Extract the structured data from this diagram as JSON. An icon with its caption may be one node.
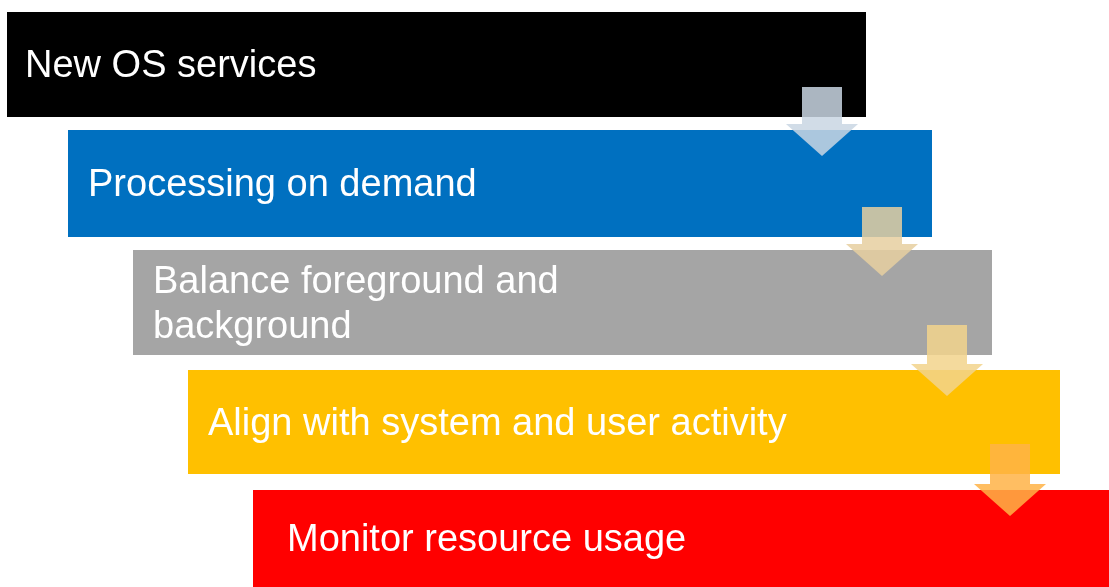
{
  "diagram": {
    "nodes": [
      {
        "text": [
          "New OS services"
        ]
      },
      {
        "text": [
          "Processing on demand"
        ]
      },
      {
        "text": [
          "Balance foreground and background"
        ]
      },
      {
        "text": [
          "Align with system and user activity"
        ]
      },
      {
        "text": [
          "Monitor resource usage"
        ]
      }
    ],
    "edges": [
      {
        "from": 0,
        "to": 1,
        "arrow": "to",
        "style": "thick",
        "color": "#c9d6e3"
      },
      {
        "from": 1,
        "to": 2,
        "arrow": "to",
        "style": "thick",
        "color": "#e6cfa0"
      },
      {
        "from": 2,
        "to": 3,
        "arrow": "to",
        "style": "thick",
        "color": "#f2d38c"
      },
      {
        "from": 3,
        "to": 4,
        "arrow": "to",
        "style": "thick",
        "color": "#ffb347"
      }
    ]
  }
}
